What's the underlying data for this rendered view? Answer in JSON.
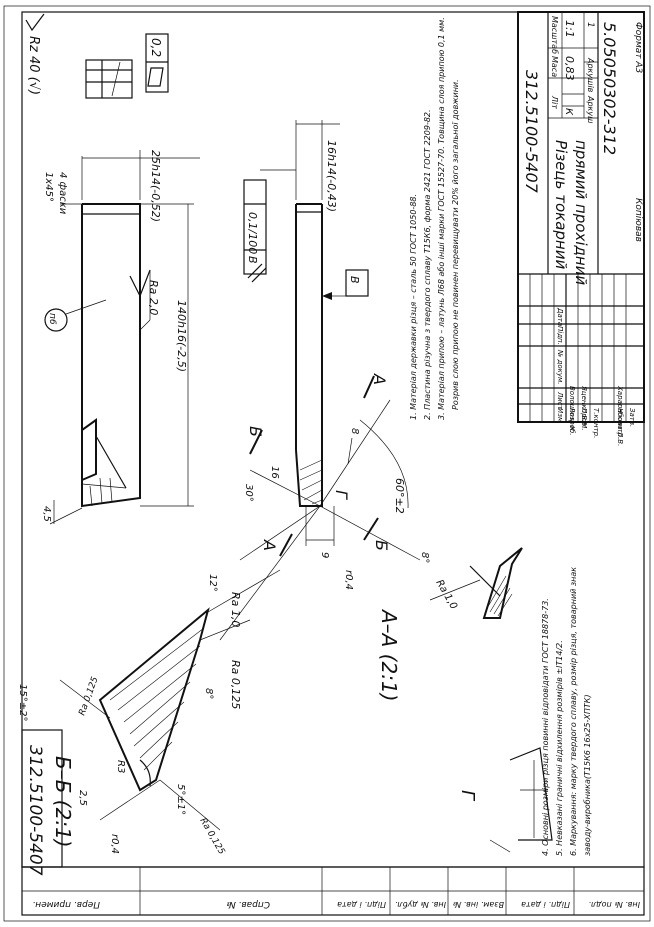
{
  "drawing": {
    "designation": "312.5100-5407",
    "name_line1": "Різець токарний",
    "name_line2": "прямий прохідний",
    "doc_code": "5.05050302-312",
    "material": "Копіював",
    "format": "Формат   А3",
    "scale_header": {
      "lit": "Літ",
      "mass": "Маса",
      "scale": "Масштаб"
    },
    "letter": "К",
    "mass": "0,83",
    "scale": "1:1",
    "sheet_label": "Аркуш",
    "sheets_label": "Аркушів",
    "sheets_count": "1",
    "rev_header": {
      "izm": "Изм",
      "list": "Лист",
      "doc": "№ докум.",
      "sign": "Підп.",
      "date": "Дата"
    },
    "roles": [
      {
        "role": "Розроб.",
        "name": "Волошина К."
      },
      {
        "role": "Пров.",
        "name": "Яценко В.М."
      },
      {
        "role": "Т.контр.",
        "name": ""
      },
      {
        "role": "",
        "name": ""
      },
      {
        "role": "Н.контр.",
        "name": "Харарабова Л.В."
      },
      {
        "role": "Затв.",
        "name": ""
      }
    ],
    "roughness_general": "Rz 40 (√)",
    "flatness": "0,2",
    "parallelism": "0,1/100",
    "datum": "В",
    "pos_num": "п6",
    "corner_number": "312.5100-5407",
    "margin_cells": [
      "Підп. і дата",
      "Інв. № дубл.",
      "Взам. інв. №",
      "Підп. і дата",
      "Інв. № подл."
    ],
    "margin_cells_top": [
      "Перв. примен.",
      "Справ. №"
    ]
  },
  "dims": {
    "chamfer": "1x45°",
    "chamfer_note": "4 фаски",
    "width": "25h14(-0,52)",
    "height": "16h14(-0,43)",
    "length": "140h16(-2,5)",
    "ra20": "Ra 2,0",
    "ra10": "Ra 1,0",
    "ra0125a": "Ra 0,125",
    "ra0125b": "Ra 0,125",
    "ra0125c": "Ra 0,125",
    "ra10b": "Ra 1,0",
    "d45": "4,5",
    "a30": "30°",
    "a16": "16",
    "a8": "8",
    "a9": "9",
    "a60": "60°±2",
    "r04a": "r0,4",
    "a8deg": "8°",
    "a12": "12°",
    "a15": "15°±2°",
    "r3": "R3",
    "a25": "2,5",
    "r04b": "r0,4",
    "a5": "5°±1°",
    "a8b": "8°",
    "section_a": "А",
    "section_b": "Б",
    "section_g": "Г",
    "view_aa": "А–А (2:1)",
    "view_bb": "Б–Б (2:1)",
    "datum_b": "В",
    "g_label": "Г"
  },
  "notes": {
    "top": [
      "1. Матеріал державки різця – сталь 50 ГОСТ 1050-88.",
      "2. Пластина різучна з твердого сплаву Т15К6, форма 2421 ГОСТ 2209-82.",
      "3. Матеріал припою – латунь Л68 або інші марки ГОСТ 15527-70. Товщина слоя припою 0,1 мм.",
      "Розрив слою припою не повинен перевищувати 20% його загальної довжини."
    ],
    "bottom": [
      "4. Основні розміри різця повинні відповідати ГОСТ 18878-73.",
      "5. Невказані граничні відхилення розмірів ±IT14/2.",
      "6. Маркування: марку твердого сплаву, розмір різця, товарний знак",
      "заводу-виробника(Т15К6 16х25-ХПТК)"
    ]
  }
}
